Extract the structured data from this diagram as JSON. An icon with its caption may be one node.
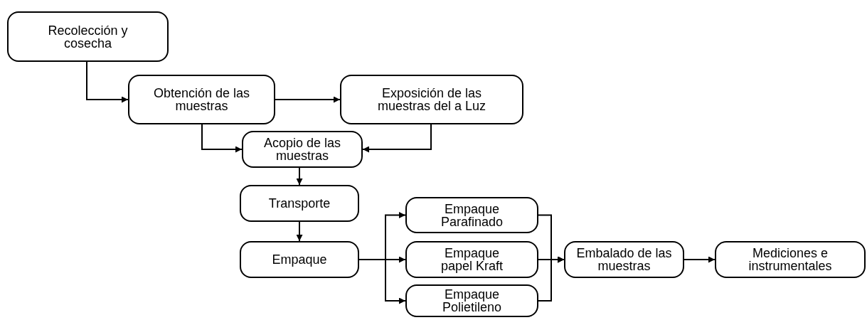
{
  "diagram": {
    "nodes": [
      {
        "text": [
          "Recolección y cosecha"
        ]
      },
      {
        "text": [
          "Obtención de las muestras"
        ]
      },
      {
        "text": [
          "Exposición de las muestras del a Luz"
        ]
      },
      {
        "text": [
          "Acopio de las muestras"
        ]
      },
      {
        "text": [
          "Transporte"
        ]
      },
      {
        "text": [
          "Empaque"
        ]
      },
      {
        "text": [
          "Empaque Parafinado"
        ]
      },
      {
        "text": [
          "Empaque papel Kraft"
        ]
      },
      {
        "text": [
          "Empaque Polietileno"
        ]
      },
      {
        "text": [
          "Embalado de las muestras"
        ]
      },
      {
        "text": [
          "Mediciones e instrumentales"
        ]
      }
    ],
    "edges": [
      {
        "from": 0,
        "to": 1,
        "arrow": "to"
      },
      {
        "from": 1,
        "to": 2,
        "arrow": "to"
      },
      {
        "from": 1,
        "to": 3,
        "arrow": "to"
      },
      {
        "from": 2,
        "to": 3,
        "arrow": "to"
      },
      {
        "from": 3,
        "to": 4,
        "arrow": "to"
      },
      {
        "from": 4,
        "to": 5,
        "arrow": "to"
      },
      {
        "from": 5,
        "to": 6,
        "arrow": "to"
      },
      {
        "from": 5,
        "to": 7,
        "arrow": "to"
      },
      {
        "from": 5,
        "to": 8,
        "arrow": "to"
      },
      {
        "from": 6,
        "to": 9,
        "arrow": "to"
      },
      {
        "from": 7,
        "to": 9,
        "arrow": "to"
      },
      {
        "from": 8,
        "to": 9,
        "arrow": "to"
      },
      {
        "from": 9,
        "to": 10,
        "arrow": "to"
      }
    ]
  }
}
